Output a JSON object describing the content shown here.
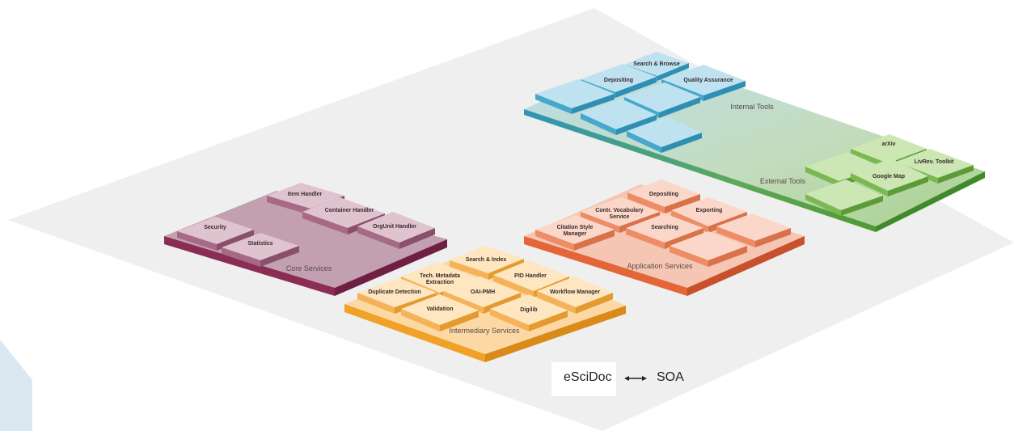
{
  "legend": {
    "left": "eSciDoc",
    "right": "SOA"
  },
  "platforms": {
    "core": {
      "title": "Core Services",
      "tiles": [
        "Item Handler",
        "Container Handler",
        "OrgUnit Handler",
        "Security",
        "Statistics"
      ]
    },
    "intermediary": {
      "title": "Intermediary Services",
      "tiles": [
        "Search & Index",
        "Tech. Metadata",
        "Extraction",
        "PID Handler",
        "Duplicate Detection",
        "OAI-PMH",
        "Workflow Manager",
        "Validation",
        "Digilib"
      ]
    },
    "application": {
      "title": "Application Services",
      "tiles": [
        "Depositing",
        "Contr. Vocabulary",
        "Service",
        "Exporting",
        "Citation Style",
        "Manager",
        "Searching"
      ]
    },
    "internal": {
      "title": "Internal Tools",
      "tiles": [
        "Search & Browse",
        "Depositing",
        "Quality Assurance"
      ]
    },
    "external": {
      "title": "External Tools",
      "tiles": [
        "arXiv",
        "LivRev. Toolkit",
        "Google Map"
      ]
    }
  }
}
